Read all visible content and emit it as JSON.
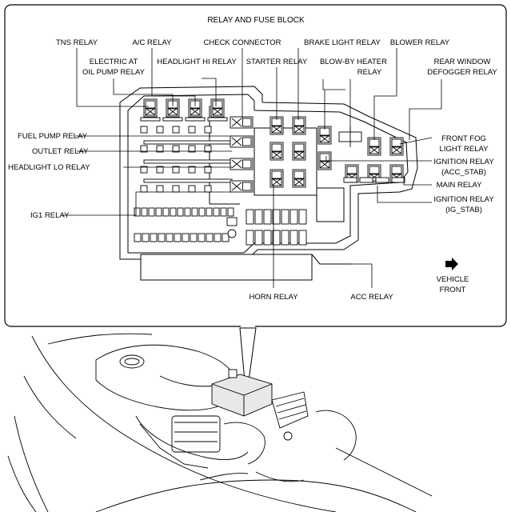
{
  "diagram": {
    "title": "RELAY AND FUSE BLOCK",
    "labels": {
      "tns_relay": "TNS RELAY",
      "ac_relay": "A/C RELAY",
      "check_connector": "CHECK CONNECTOR",
      "brake_light_relay": "BRAKE LIGHT RELAY",
      "blower_relay": "BLOWER RELAY",
      "electric_at_line1": "ELECTRIC AT",
      "electric_at_line2": "OIL PUMP RELAY",
      "headlight_hi_relay": "HEADLIGHT HI RELAY",
      "starter_relay": "STARTER RELAY",
      "blowby_line1": "BLOW-BY HEATER",
      "blowby_line2": "RELAY",
      "rear_window_line1": "REAR WINDOW",
      "rear_window_line2": "DEFOGGER RELAY",
      "fuel_pump_relay": "FUEL PUMP RELAY",
      "outlet_relay": "OUTLET RELAY",
      "headlight_lo_relay": "HEADLIGHT LO RELAY",
      "ig1_relay": "IG1 RELAY",
      "front_fog_line1": "FRONT FOG",
      "front_fog_line2": "LIGHT RELAY",
      "ign_acc_line1": "IGNITION RELAY",
      "ign_acc_line2": "(ACC_STAB)",
      "main_relay": "MAIN RELAY",
      "ign_ig_line1": "IGNITION RELAY",
      "ign_ig_line2": "(IG_STAB)",
      "vehicle_front_line1": "VEHICLE",
      "vehicle_front_line2": "FRONT",
      "horn_relay": "HORN RELAY",
      "acc_relay": "ACC RELAY"
    },
    "icons": {
      "direction_arrow": "arrow-right-icon",
      "car": "engine-compartment-illustration"
    }
  }
}
